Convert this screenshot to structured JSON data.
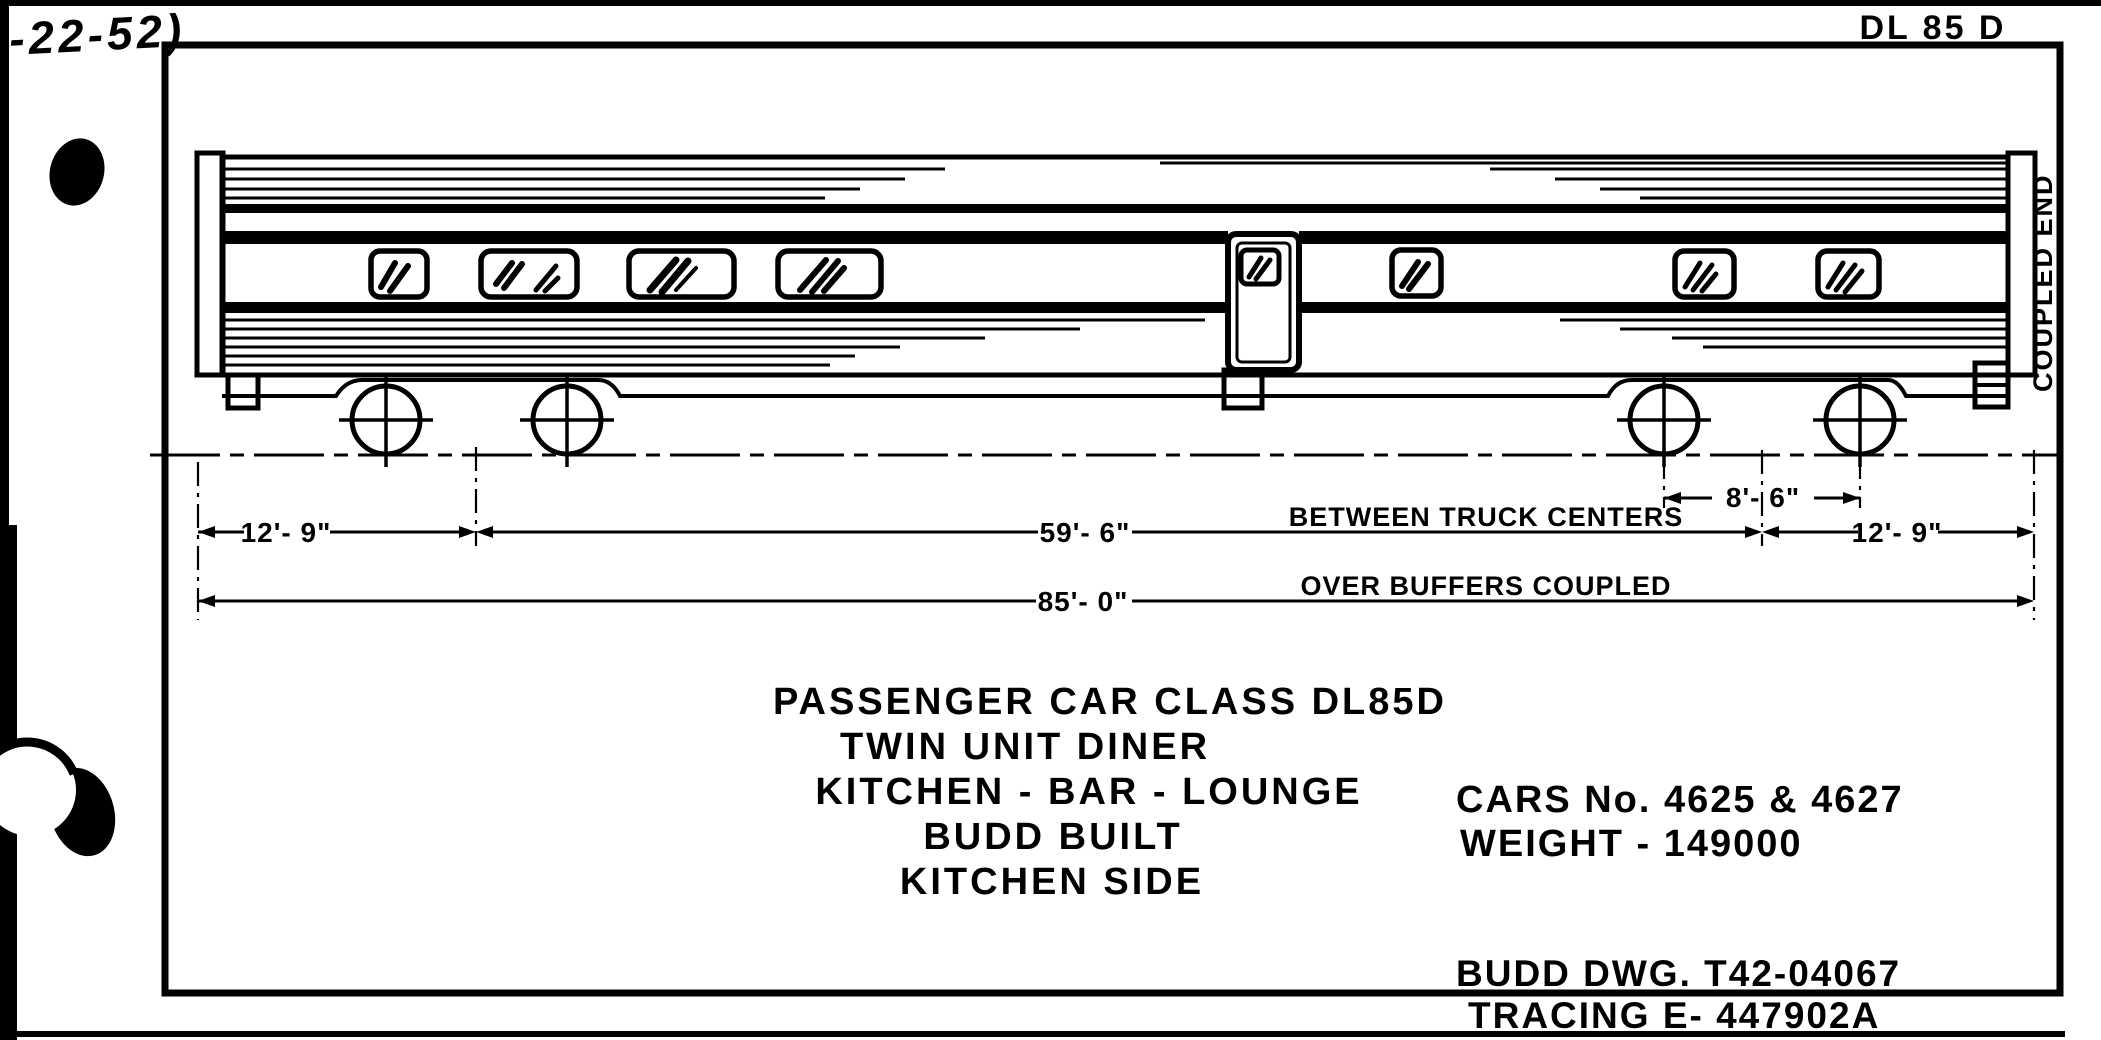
{
  "annotations": {
    "handwritten_date": "-22-52)",
    "sheet_class": "DL 85 D",
    "coupled_end": "COUPLED END"
  },
  "dimensions": {
    "left_truck_to_buffer": "12'- 9\"",
    "truck_centers_value": "59'- 6\"",
    "truck_centers_label": "BETWEEN TRUCK CENTERS",
    "truck_wheelbase": "8'- 6\"",
    "right_truck_to_buffer": "12'- 9\"",
    "overall_value": "85'- 0\"",
    "overall_label": "OVER BUFFERS COUPLED"
  },
  "title_block": {
    "line1": "PASSENGER CAR CLASS DL85D",
    "line2": "TWIN UNIT DINER",
    "line3": "KITCHEN - BAR - LOUNGE",
    "line4": "BUDD BUILT",
    "line5": "KITCHEN SIDE"
  },
  "car_info": {
    "cars": "CARS No. 4625 & 4627",
    "weight": "WEIGHT -  149000"
  },
  "references": {
    "budd_dwg": "BUDD DWG. T42-04067",
    "tracing": "TRACING  E- 447902A"
  },
  "colors": {
    "ink": "#000000",
    "paper": "#ffffff"
  }
}
